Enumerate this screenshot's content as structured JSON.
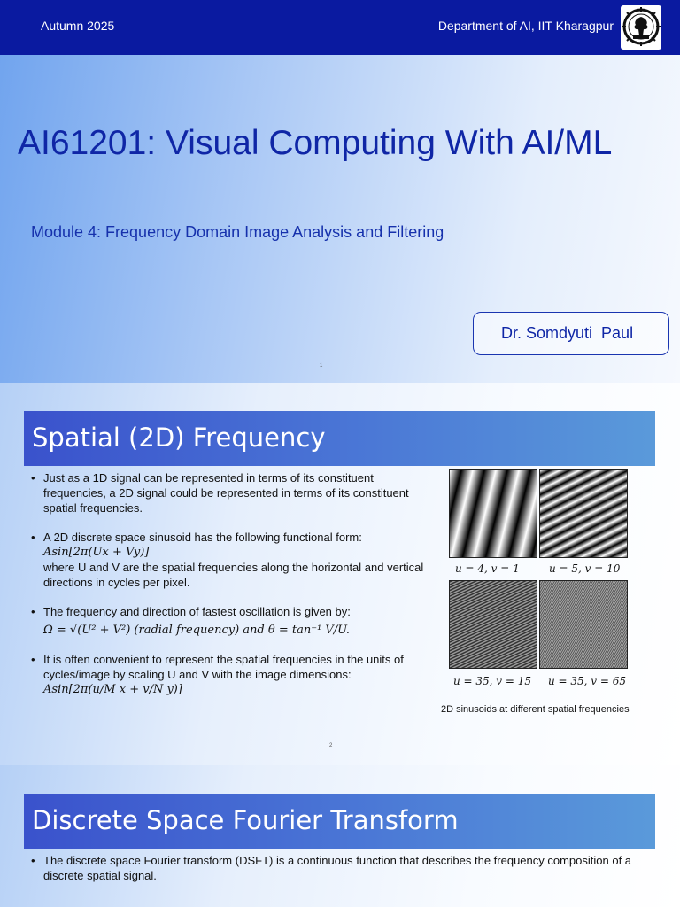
{
  "slide1": {
    "term": "Autumn 2025",
    "department": "Department of AI, IIT Kharagpur",
    "title": "AI61201: Visual Computing With AI/ML",
    "subtitle": "Module 4: Frequency Domain Image Analysis and Filtering",
    "presenter": "Dr. Somdyuti  Paul",
    "page_number": "1"
  },
  "slide2": {
    "heading": "Spatial (2D) Frequency",
    "bullet1": "Just as a 1D signal can be represented in terms of its constituent frequencies, a 2D signal could be represented in terms of its constituent spatial frequencies.",
    "bullet2_intro": "A 2D discrete space sinusoid has the following functional form:",
    "bullet2_formula": "Asin[2π(Ux + Vy)]",
    "bullet2_rest": "where U and V are the spatial frequencies along the horizontal and vertical directions in cycles per pixel.",
    "bullet3_intro": "The frequency and direction of fastest oscillation is given by:",
    "bullet3_formula": "Ω = √(U² + V²) (radial frequency) and θ = tan⁻¹ V/U.",
    "bullet4_intro": "It is often convenient to represent the spatial frequencies in the units of cycles/image by scaling U and V with the image dimensions:",
    "bullet4_formula": "Asin[2π(u/M x + v/N y)]",
    "captions": [
      "u = 4, v = 1",
      "u = 5, v = 10",
      "u = 35, v = 15",
      "u = 35, v = 65"
    ],
    "figure_caption": "2D sinusoids at different spatial frequencies",
    "page_number": "2"
  },
  "slide3": {
    "heading": "Discrete Space Fourier Transform",
    "bullet1": "The discrete space Fourier transform (DSFT) is a continuous function that describes the frequency composition of a discrete spatial signal."
  }
}
